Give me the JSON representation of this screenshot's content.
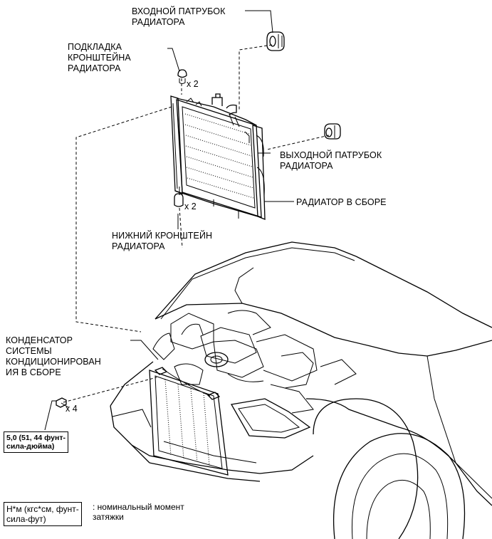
{
  "labels": {
    "inlet_hose": "ВХОДНОЙ ПАТРУБОК\nРАДИАТОРА",
    "support_cushion": "ПОДКЛАДКА\nКРОНШТЕЙНА\nРАДИАТОРА",
    "outlet_hose": "ВЫХОДНОЙ ПАТРУБОК\nРАДИАТОРА",
    "radiator_assy": "РАДИАТОР В СБОРЕ",
    "lower_support": "НИЖНИЙ КРОНШТЕЙН\nРАДИАТОРА",
    "condenser_assy": "КОНДЕНСАТОР\nСИСТЕМЫ\nКОНДИЦИОНИРОВАН\nИЯ В СБОРЕ"
  },
  "quantities": {
    "upper_cushion": "x 2",
    "lower_support": "x 2",
    "bolt": "x 4"
  },
  "torque": {
    "value": "5,0 (51, 44 фунт-\nсила-дюйма)"
  },
  "legend": {
    "units": "Н*м (кгс*см, фунт-\nсила-фут)",
    "description": ": номинальный момент\nзатяжки"
  },
  "icons": [
    "radiator-assembly-drawing",
    "vehicle-front-drawing",
    "hose-clamp-icon",
    "cushion-icon",
    "bolt-icon"
  ]
}
